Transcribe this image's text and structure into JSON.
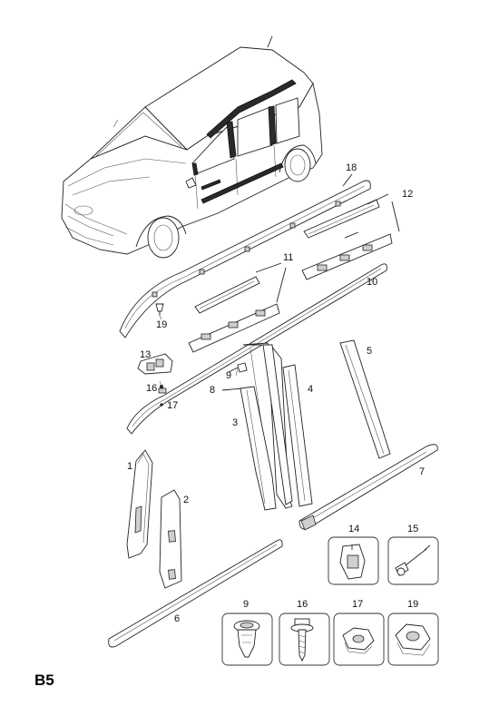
{
  "page_code": "B5",
  "callouts": {
    "c1": "1",
    "c2": "2",
    "c3": "3",
    "c4": "4",
    "c5": "5",
    "c6": "6",
    "c7": "7",
    "c8": "8",
    "c9": "9",
    "c10": "10",
    "c11": "11",
    "c12": "12",
    "c13": "13",
    "c14": "14",
    "c15": "15",
    "c16": "16",
    "c17": "17",
    "c18": "18",
    "c19": "19"
  },
  "fastener_boxes": {
    "b14": "14",
    "b15": "15",
    "b9": "9",
    "b16": "16",
    "b17": "17",
    "b19": "19"
  }
}
